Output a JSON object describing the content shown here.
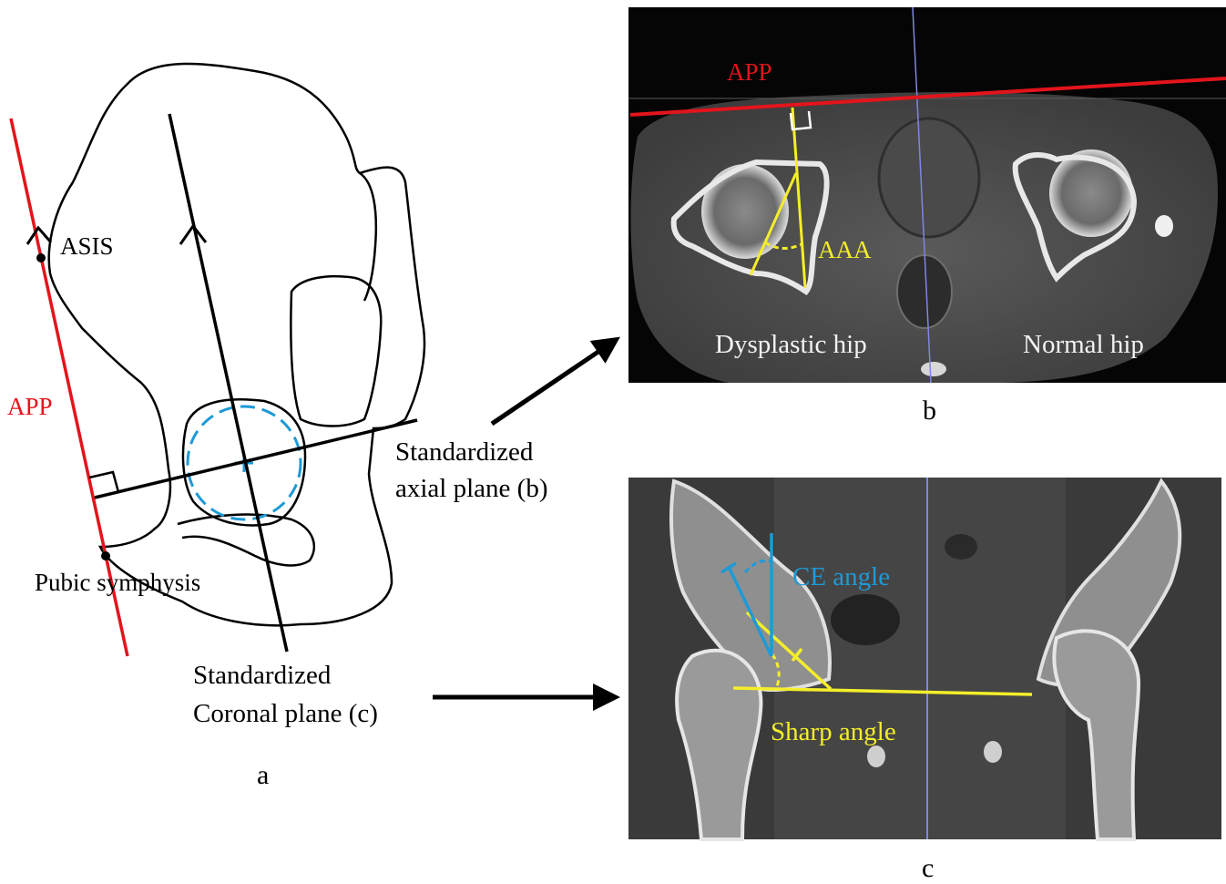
{
  "panel_a": {
    "caption": "a",
    "app_label": "APP",
    "asis_label": "ASIS",
    "pubic_label": "Pubic symphysis",
    "axial_plane_label_line1": "Standardized",
    "axial_plane_label_line2": "axial plane (b)",
    "coronal_plane_label_line1": "Standardized",
    "coronal_plane_label_line2": "Coronal plane (c)"
  },
  "panel_b": {
    "caption": "b",
    "app_label": "APP",
    "angle_label": "AAA",
    "left_hip_label": "Dysplastic hip",
    "right_hip_label": "Normal hip"
  },
  "panel_c": {
    "caption": "c",
    "ce_label": "CE angle",
    "sharp_label": "Sharp angle"
  },
  "colors": {
    "app_red": "#e3141b",
    "measure_yellow": "#f4ee2a",
    "ce_blue": "#1e9ad6",
    "scan_line": "#7f86e6",
    "ct_background": "#1a1a1a"
  }
}
